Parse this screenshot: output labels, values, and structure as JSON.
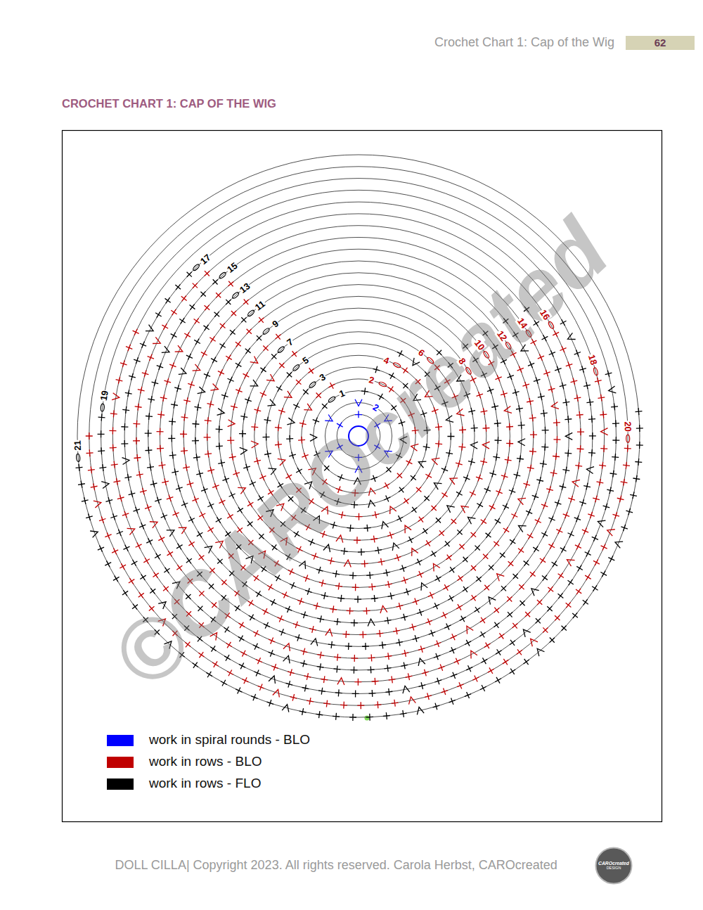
{
  "diagram": {
    "title": "CROCHET CHART 1: CAP OF THE WIG",
    "nodes": [
      {
        "text": [
          "62"
        ]
      },
      {
        "text": [
          "CAROcreated",
          "DESIGN"
        ]
      }
    ],
    "labels": [
      "Crochet Chart 1: Cap of the Wig",
      "17",
      "15",
      "13",
      "11",
      "9",
      "7",
      "5",
      "3",
      "1",
      "2",
      "2",
      "4",
      "6",
      "8",
      "10",
      "12",
      "14",
      "16",
      "18",
      "20",
      "19",
      "21",
      "©CAROcreated",
      "DOLL CILLA| Copyright 2023. All rights reserved. Carola Herbst, CAROcreated"
    ],
    "legend": [
      {
        "text": "work in spiral rounds - BLO",
        "color": "#0000ff"
      },
      {
        "text": "work in rows - BLO",
        "color": "#c00000"
      },
      {
        "text": "work in rows - FLO",
        "color": "#000000"
      }
    ]
  }
}
